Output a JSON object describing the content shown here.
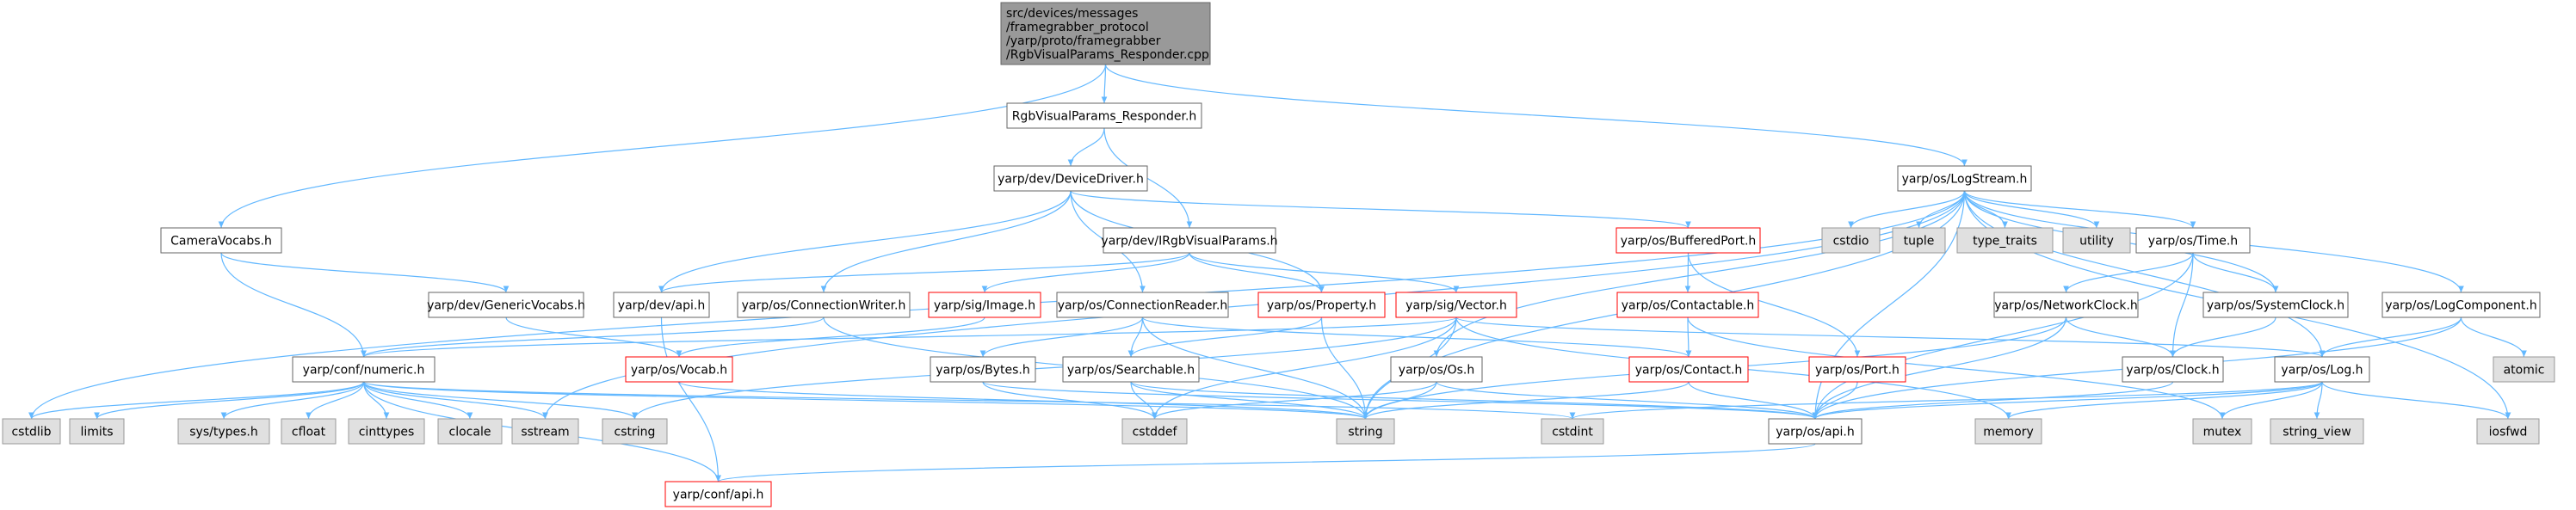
{
  "graph": {
    "root_label": [
      "src/devices/messages",
      "/framegrabber_protocol",
      "/yarp/proto/framegrabber",
      "/RgbVisualParams_Responder.cpp"
    ],
    "nodes": {
      "rgbresp": "RgbVisualParams_Responder.h",
      "devdriver": "yarp/dev/DeviceDriver.h",
      "logstream": "yarp/os/LogStream.h",
      "cameravocabs": "CameraVocabs.h",
      "irgb": "yarp/dev/IRgbVisualParams.h",
      "bufport": "yarp/os/BufferedPort.h",
      "cstdio": "cstdio",
      "tuple": "tuple",
      "typetraits": "type_traits",
      "utility": "utility",
      "ostime": "yarp/os/Time.h",
      "genvocabs": "yarp/dev/GenericVocabs.h",
      "devapi": "yarp/dev/api.h",
      "connwriter": "yarp/os/ConnectionWriter.h",
      "sigimage": "yarp/sig/Image.h",
      "connreader": "yarp/os/ConnectionReader.h",
      "osproperty": "yarp/os/Property.h",
      "sigvector": "yarp/sig/Vector.h",
      "contactable": "yarp/os/Contactable.h",
      "netclock": "yarp/os/NetworkClock.h",
      "sysclock": "yarp/os/SystemClock.h",
      "logcomp": "yarp/os/LogComponent.h",
      "numeric": "yarp/conf/numeric.h",
      "vocab": "yarp/os/Vocab.h",
      "bytes": "yarp/os/Bytes.h",
      "searchable": "yarp/os/Searchable.h",
      "osos": "yarp/os/Os.h",
      "contact": "yarp/os/Contact.h",
      "port": "yarp/os/Port.h",
      "clock": "yarp/os/Clock.h",
      "log": "yarp/os/Log.h",
      "atomic": "atomic",
      "cstdlib": "cstdlib",
      "limits": "limits",
      "systypes": "sys/types.h",
      "cfloat": "cfloat",
      "cinttypes": "cinttypes",
      "clocale": "clocale",
      "sstream": "sstream",
      "cstring": "cstring",
      "cstddef": "cstddef",
      "string": "string",
      "cstdint": "cstdint",
      "osapi": "yarp/os/api.h",
      "memory": "memory",
      "mutex": "mutex",
      "stringview": "string_view",
      "iosfwd": "iosfwd",
      "confapi": "yarp/conf/api.h"
    },
    "colors": {
      "edge": "#63b8ff",
      "root_fill": "#999999",
      "external_fill": "#e0e0e0",
      "truncated_border": "#ff0000",
      "normal_border": "#666666"
    }
  }
}
